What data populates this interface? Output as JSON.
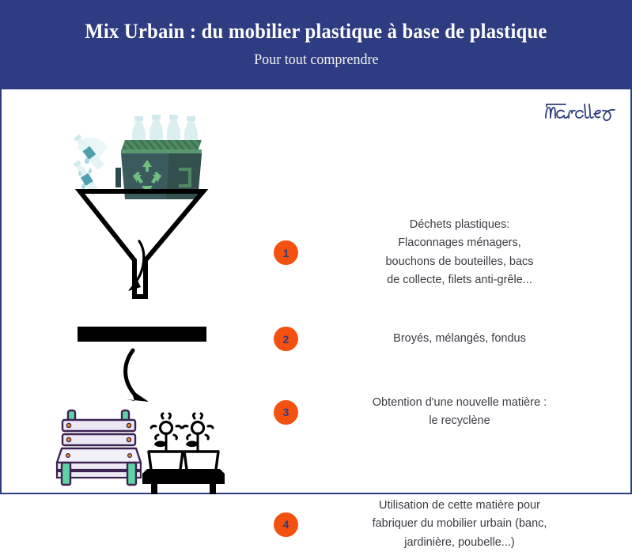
{
  "header": {
    "title": "Mix Urbain : du mobilier plastique à base de plastique",
    "subtitle": "Pour tout comprendre"
  },
  "brand": {
    "logo_text": "Marcelle",
    "logo_color": "#2e3c81"
  },
  "theme": {
    "header_bg": "#2e3c81",
    "panel_bg": "#ffffff",
    "border": "#2e3c81",
    "badge_bg": "#f4500f",
    "badge_text": "#2e3c81",
    "body_text": "#3b3b44",
    "bottle_light": "#dceff0",
    "bottle_mid": "#bfe2e6",
    "bottle_band": "#4f9fae",
    "bin_body": "#3b5a5e",
    "bin_lid": "#4f8a63",
    "bin_symbol": "#6fbf7f",
    "droplet": "#a9d8e4",
    "ink": "#000000",
    "bench_slat": "#ece9f5",
    "bench_outline": "#3d2352",
    "bench_leg": "#5fd3a6",
    "bench_bolt": "#f2921d"
  },
  "steps": [
    {
      "number": "1",
      "text": "Déchets plastiques:\nFlaconnages ménagers,\nbouchons de bouteilles, bacs\nde collecte, filets anti-grêle..."
    },
    {
      "number": "2",
      "text": "Broyés, mélangés, fondus"
    },
    {
      "number": "3",
      "text": "Obtention d'une nouvelle matière :\nle recyclène"
    },
    {
      "number": "4",
      "text": "Utilisation de cette matière pour\nfabriquer du mobilier urbain (banc,\njardinière, poubelle...)"
    }
  ],
  "illustration": {
    "waste_scene_label": "plastic-bottles-and-recycling-bin",
    "funnel_label": "funnel",
    "bar_label": "melting-bar",
    "furniture_label": "urban-furniture-bench-and-planter"
  }
}
